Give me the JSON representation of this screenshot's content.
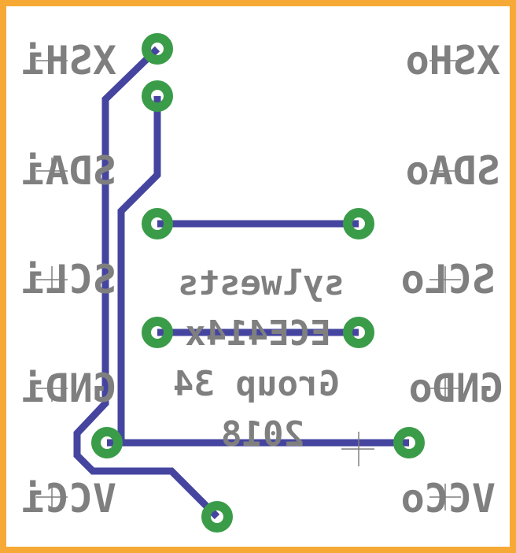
{
  "colors": {
    "board_outline": "#f7a936",
    "trace": "#4545a0",
    "pad": "#3a9c48",
    "pad_hole": "#ffffff",
    "silkscreen": "#7f7f7f"
  },
  "pins_left": {
    "xshi": "XSHi",
    "sdai": "SDAi",
    "scli": "SCLi",
    "gndi": "GNDi",
    "vcci": "VCCi"
  },
  "pins_right": {
    "xsho": "XSHo",
    "sdao": "SDAo",
    "sclo": "SCLo",
    "gndo": "GNDo",
    "vcco": "VCCo"
  },
  "center_text": {
    "line1": "sylwests",
    "line2": "ECE414x",
    "line3": "Group 34",
    "line4": "2018"
  }
}
